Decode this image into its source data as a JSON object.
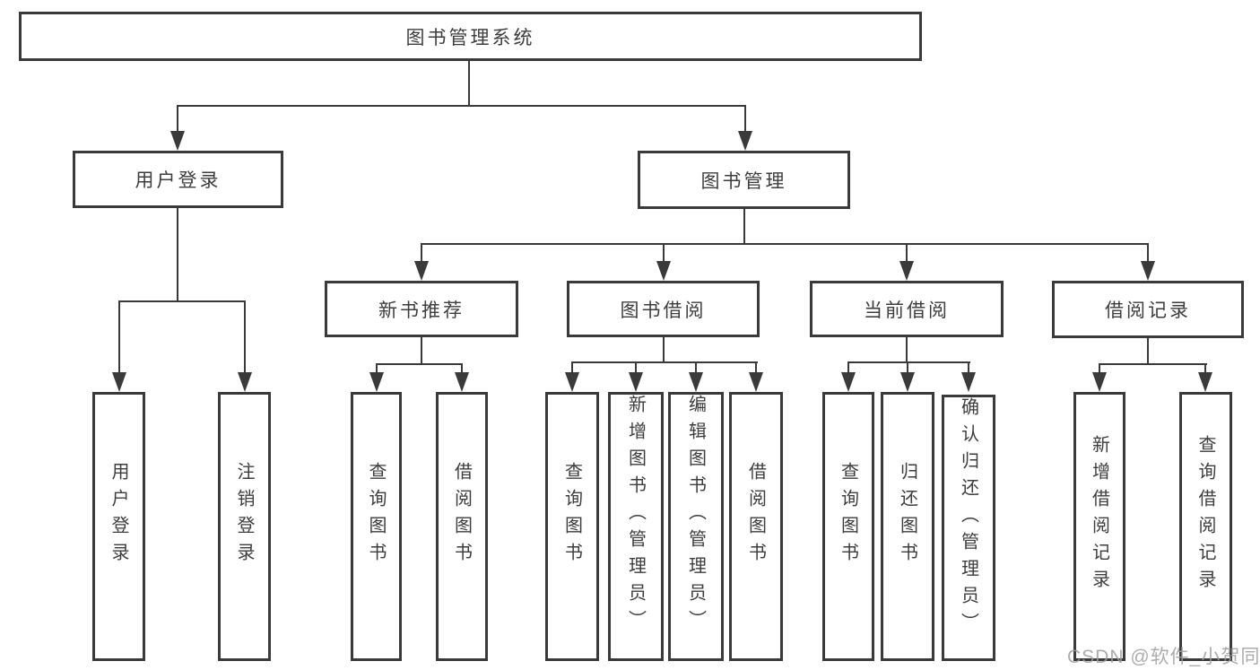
{
  "tree": {
    "label": "图书管理系统",
    "children": [
      {
        "label": "用户登录",
        "children": [
          {
            "label": "用户登录"
          },
          {
            "label": "注销登录"
          }
        ]
      },
      {
        "label": "图书管理",
        "children": [
          {
            "label": "新书推荐",
            "children": [
              {
                "label": "查询图书"
              },
              {
                "label": "借阅图书"
              }
            ]
          },
          {
            "label": "图书借阅",
            "children": [
              {
                "label": "查询图书"
              },
              {
                "label": "新增图书（管理员）"
              },
              {
                "label": "编辑图书（管理员）"
              },
              {
                "label": "借阅图书"
              }
            ]
          },
          {
            "label": "当前借阅",
            "children": [
              {
                "label": "查询图书"
              },
              {
                "label": "归还图书"
              },
              {
                "label": "确认归还（管理员）"
              }
            ]
          },
          {
            "label": "借阅记录",
            "children": [
              {
                "label": "新增借阅记录"
              },
              {
                "label": "查询借阅记录"
              }
            ]
          }
        ]
      }
    ]
  },
  "watermark": {
    "text": "CSDN @软件_小贺同学"
  },
  "colors": {
    "line": "#3a3a3a",
    "text": "#3d3d3d",
    "background": "#ffffff",
    "watermark": "#9e9e9e"
  }
}
